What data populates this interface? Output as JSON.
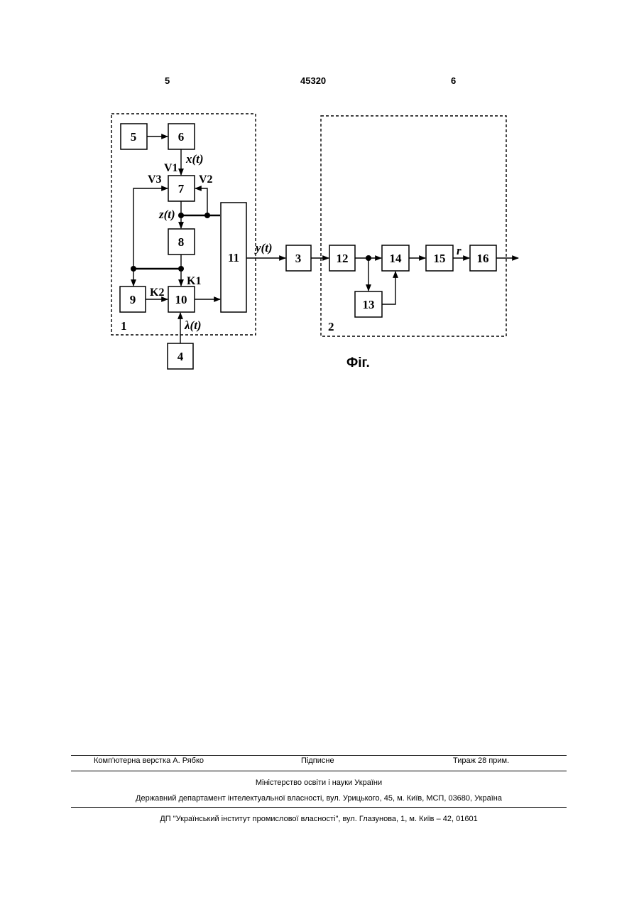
{
  "header": {
    "page_left": "5",
    "patent_number": "45320",
    "page_right": "6"
  },
  "diagram": {
    "blocks": {
      "b1": "1",
      "b2": "2",
      "b3": "3",
      "b4": "4",
      "b5": "5",
      "b6": "6",
      "b7": "7",
      "b8": "8",
      "b9": "9",
      "b10": "10",
      "b11": "11",
      "b12": "12",
      "b13": "13",
      "b14": "14",
      "b15": "15",
      "b16": "16"
    },
    "signals": {
      "x": "x(t)",
      "z": "z(t)",
      "y": "y(t)",
      "lambda": "λ(t)",
      "r": "r"
    },
    "ports": {
      "v1": "V1",
      "v2": "V2",
      "v3": "V3",
      "k1": "K1",
      "k2": "K2"
    },
    "caption": "Фіг."
  },
  "footer": {
    "layout_credit": "Комп'ютерна верстка А. Рябко",
    "signed": "Підписне",
    "circulation": "Тираж 28 прим.",
    "ministry": "Міністерство освіти і науки України",
    "department": "Державний департамент інтелектуальної власності, вул. Урицького, 45, м. Київ, МСП, 03680, Україна",
    "institute": "ДП \"Український інститут промислової власності\", вул. Глазунова, 1, м. Київ – 42, 01601"
  }
}
